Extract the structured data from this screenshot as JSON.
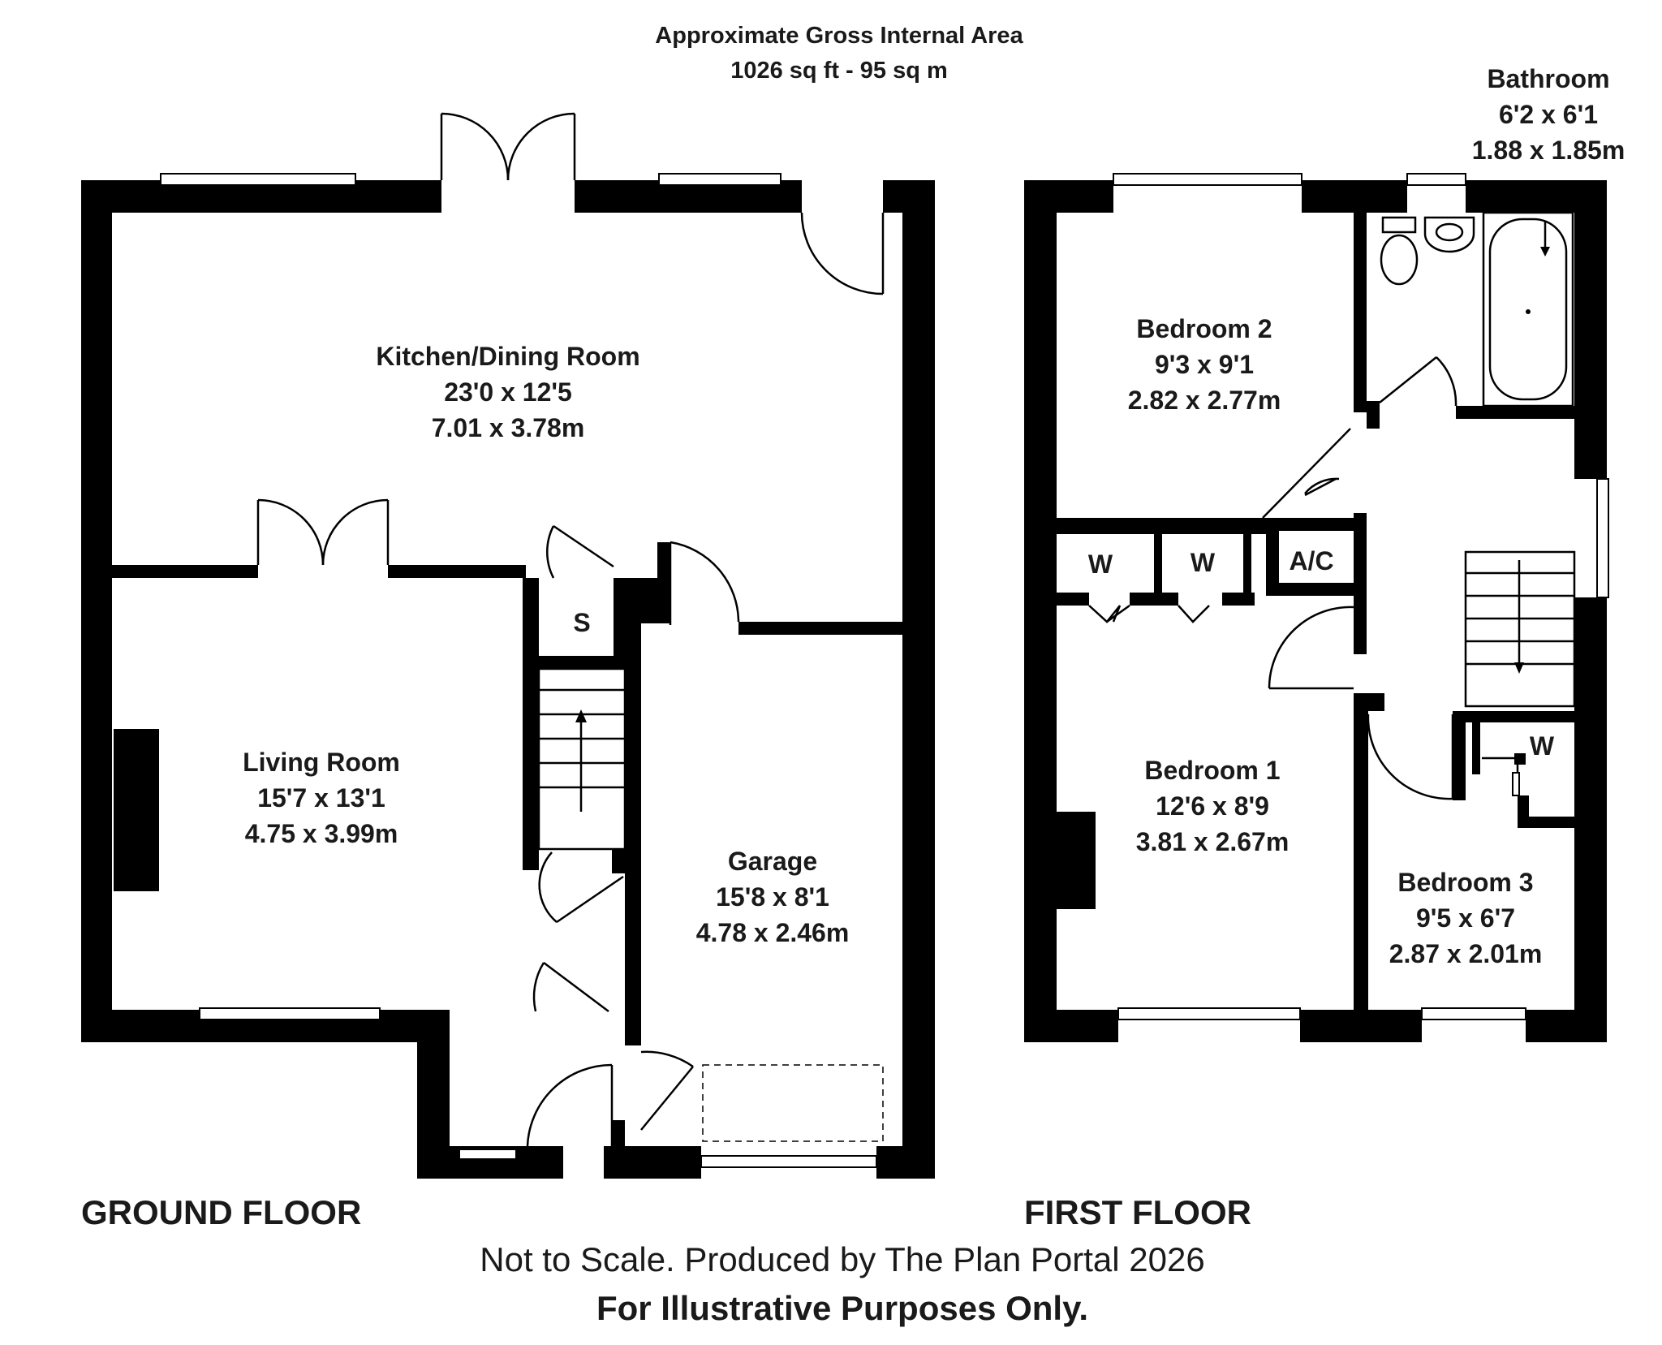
{
  "header": {
    "line1": "Approximate Gross Internal Area",
    "line2": "1026 sq ft - 95 sq m"
  },
  "floors": {
    "ground": "GROUND FLOOR",
    "first": "FIRST FLOOR"
  },
  "rooms": {
    "kitchen": {
      "name": "Kitchen/Dining Room",
      "imperial": "23'0 x 12'5",
      "metric": "7.01 x 3.78m"
    },
    "living": {
      "name": "Living Room",
      "imperial": "15'7 x 13'1",
      "metric": "4.75 x 3.99m"
    },
    "garage": {
      "name": "Garage",
      "imperial": "15'8 x 8'1",
      "metric": "4.78 x 2.46m"
    },
    "bedroom2": {
      "name": "Bedroom 2",
      "imperial": "9'3 x 9'1",
      "metric": "2.82 x 2.77m"
    },
    "bedroom1": {
      "name": "Bedroom 1",
      "imperial": "12'6 x 8'9",
      "metric": "3.81 x 2.67m"
    },
    "bedroom3": {
      "name": "Bedroom 3",
      "imperial": "9'5 x 6'7",
      "metric": "2.87 x 2.01m"
    },
    "bathroom": {
      "name": "Bathroom",
      "imperial": "6'2 x 6'1",
      "metric": "1.88 x 1.85m"
    }
  },
  "small_labels": {
    "store": "S",
    "wardrobe1": "W",
    "wardrobe2": "W",
    "airing": "A/C",
    "wardrobe3": "W"
  },
  "footer": {
    "line1": "Not to Scale. Produced by The Plan Portal 2026",
    "line2": "For Illustrative Purposes Only."
  }
}
